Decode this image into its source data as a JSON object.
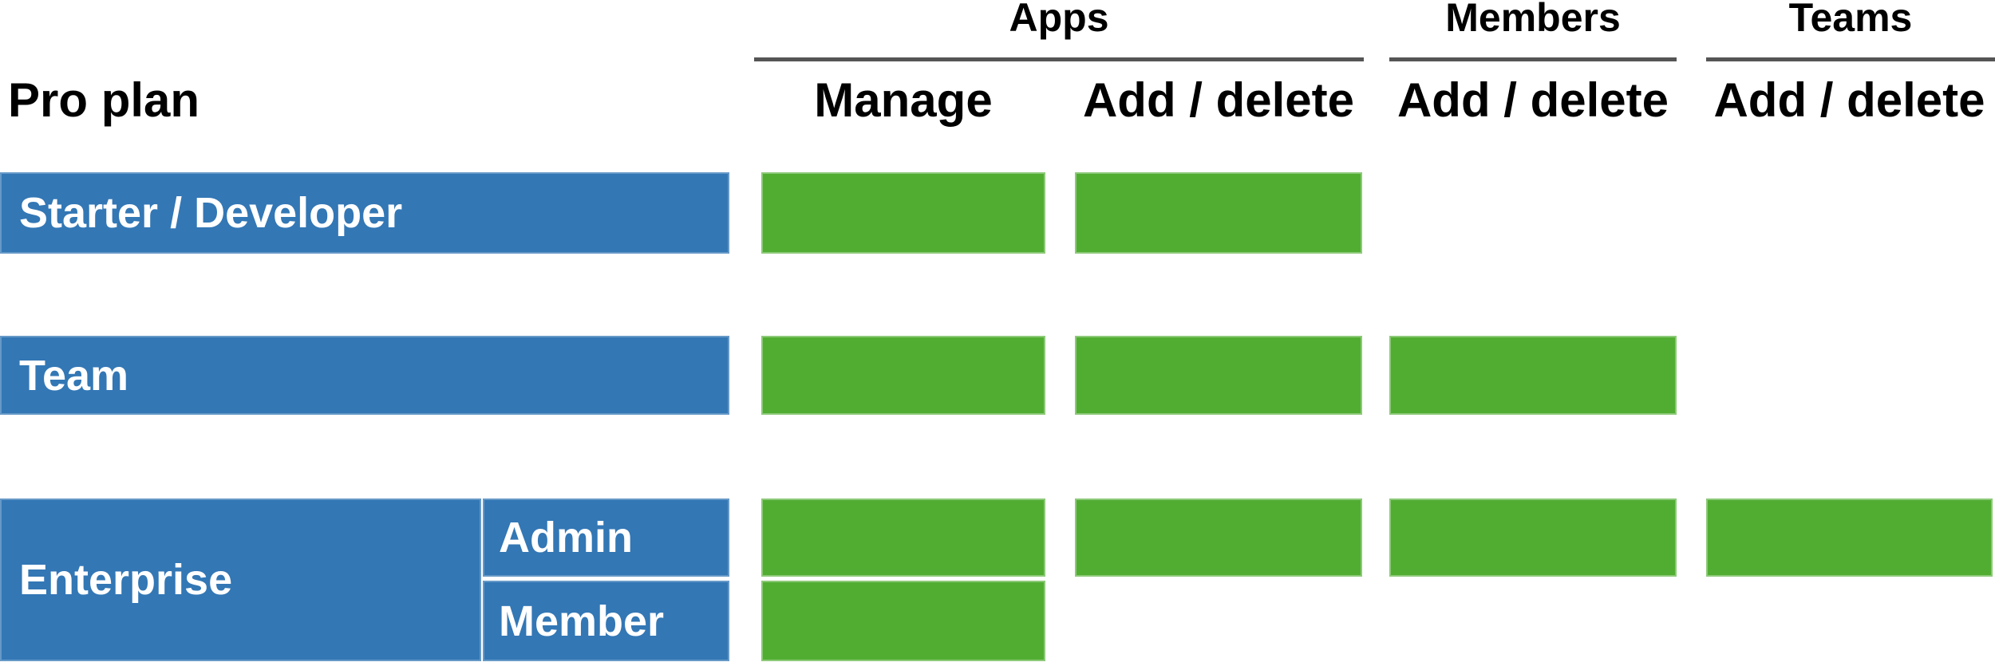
{
  "title": "Pro plan",
  "header": {
    "groups": [
      {
        "label": "Apps",
        "columns": [
          "Manage",
          "Add / delete"
        ]
      },
      {
        "label": "Members",
        "columns": [
          "Add / delete"
        ]
      },
      {
        "label": "Teams",
        "columns": [
          "Add / delete"
        ]
      }
    ]
  },
  "columns": [
    {
      "group": "Apps",
      "label": "Manage"
    },
    {
      "group": "Apps",
      "label": "Add / delete"
    },
    {
      "group": "Members",
      "label": "Add / delete"
    },
    {
      "group": "Teams",
      "label": "Add / delete"
    }
  ],
  "rows": [
    {
      "label": "Starter / Developer",
      "permissions": [
        true,
        true,
        false,
        false
      ]
    },
    {
      "label": "Team",
      "permissions": [
        true,
        true,
        true,
        false
      ]
    },
    {
      "label": "Enterprise",
      "subrows": [
        {
          "label": "Admin",
          "permissions": [
            true,
            true,
            true,
            true
          ]
        },
        {
          "label": "Member",
          "permissions": [
            true,
            false,
            false,
            false
          ]
        }
      ]
    }
  ],
  "colors": {
    "row_label_bg": "#3377b5",
    "row_label_text": "#ffffff",
    "granted": "#51ad32",
    "rule": "#555555",
    "text": "#000000"
  }
}
